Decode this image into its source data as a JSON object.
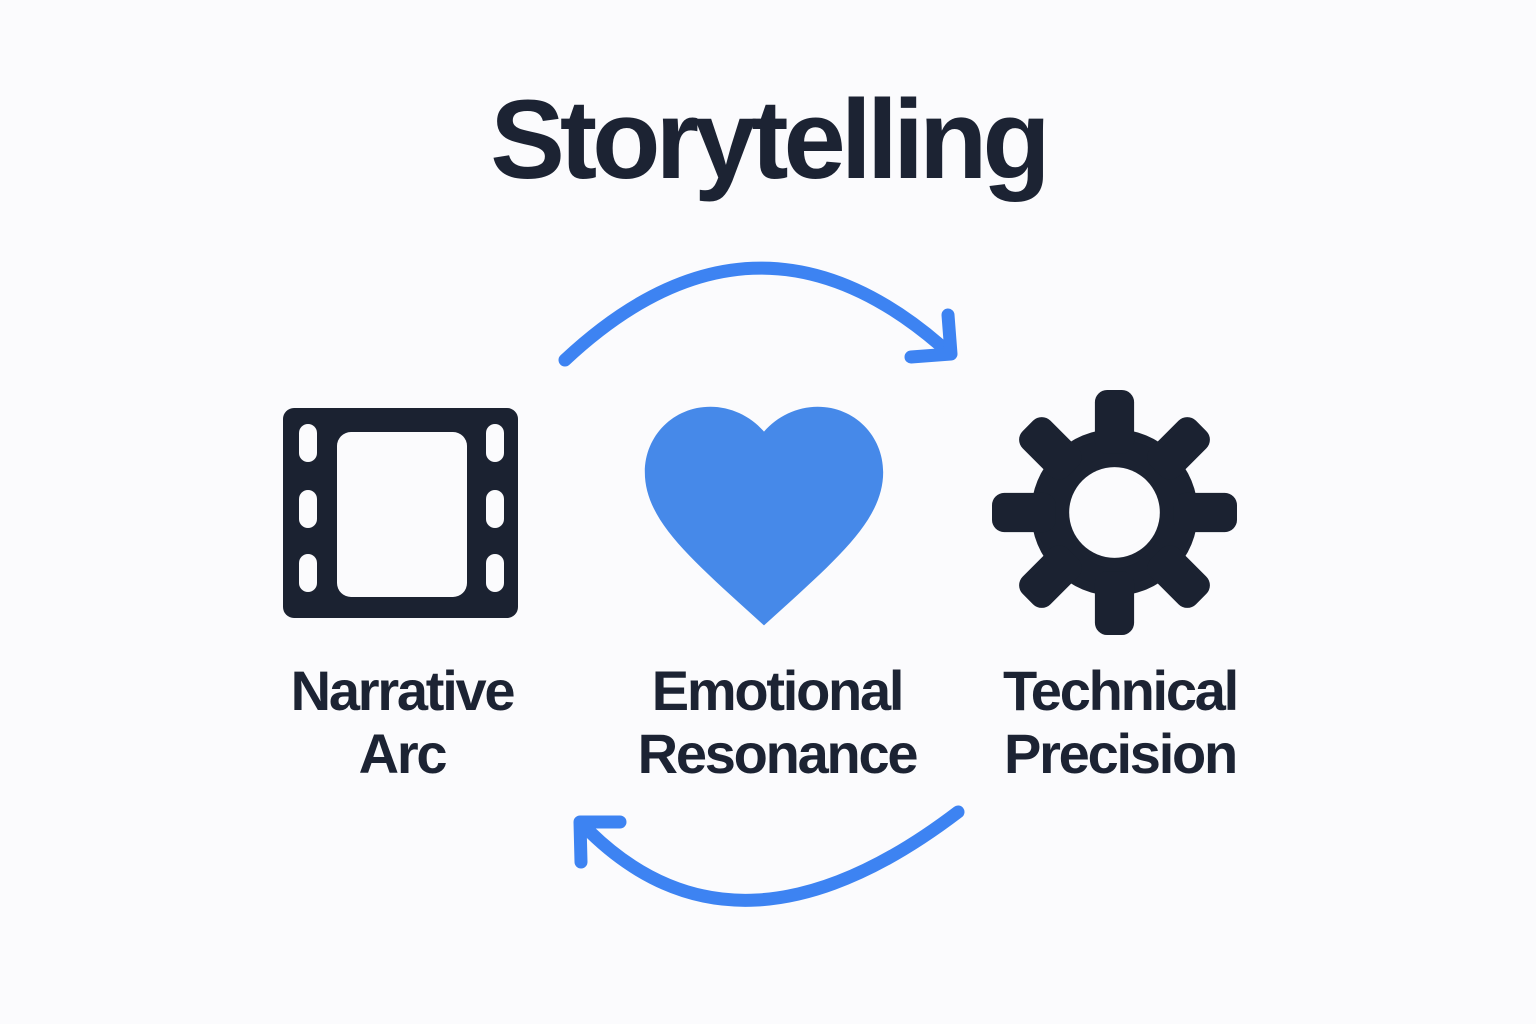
{
  "title": "Storytelling",
  "colors": {
    "background": "#fbfbfd",
    "icon_dark": "#1b2231",
    "heart_blue": "#4689e9",
    "arrow_blue": "#3d83f2"
  },
  "items": [
    {
      "icon": "film-strip-icon",
      "label": "Narrative Arc"
    },
    {
      "icon": "heart-icon",
      "label": "Emotional Resonance"
    },
    {
      "icon": "gear-icon",
      "label": "Technical Precision"
    }
  ]
}
